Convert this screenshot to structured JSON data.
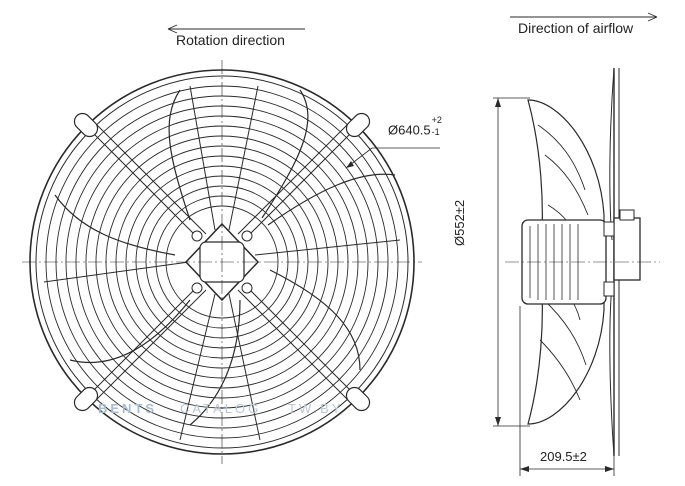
{
  "labels": {
    "rotation_direction": "Rotation direction",
    "airflow_direction": "Direction of airflow"
  },
  "dimensions": {
    "guard_diameter": "Ø640.5",
    "guard_tol_plus": "+2",
    "guard_tol_minus": "-1",
    "blade_diameter": "Ø552±2",
    "depth": "209.5±2"
  },
  "watermark": {
    "part1": "BENTS",
    "part2": "CATALOG",
    "part3": "TW.BY"
  },
  "colors": {
    "line": "#2a2a2a",
    "fill": "#ffffff",
    "watermark": "#b9c7d6"
  }
}
